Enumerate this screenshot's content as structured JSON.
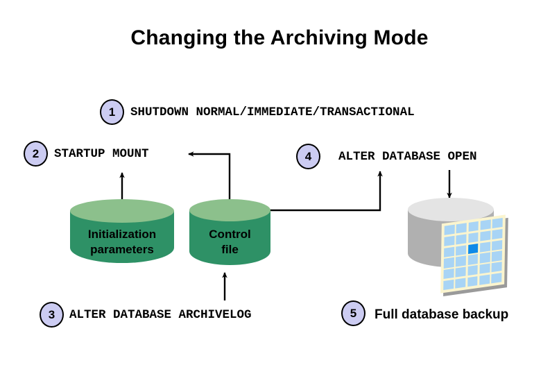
{
  "page": {
    "title": "Changing the Archiving Mode",
    "background_color": "#ffffff"
  },
  "theme": {
    "badge_fill": "#ccccf2",
    "badge_border": "#000000",
    "green_cylinder_body": "#2e9166",
    "green_cylinder_top": "#8cc08c",
    "gray_cylinder_body": "#b0b0b0",
    "gray_cylinder_top": "#e4e4e4",
    "grid_panel_fill": "#fbf5cf",
    "grid_cell_fill": "#a8d4f5",
    "grid_cell_highlight": "#0f8ae8",
    "connector_color": "#000000"
  },
  "steps": [
    {
      "number": "1",
      "label": "SHUTDOWN NORMAL/IMMEDIATE/TRANSACTIONAL",
      "style": "mono"
    },
    {
      "number": "2",
      "label": "STARTUP MOUNT",
      "style": "mono"
    },
    {
      "number": "3",
      "label": "ALTER DATABASE ARCHIVELOG",
      "style": "mono"
    },
    {
      "number": "4",
      "label": "ALTER DATABASE OPEN",
      "style": "mono"
    },
    {
      "number": "5",
      "label": "Full database backup",
      "style": "sans"
    }
  ],
  "objects": [
    {
      "id": "init-params",
      "line1": "Initialization",
      "line2": "parameters",
      "kind": "green-cylinder"
    },
    {
      "id": "control-file",
      "line1": "Control",
      "line2": "file",
      "kind": "green-cylinder"
    },
    {
      "id": "database",
      "line1": "",
      "line2": "",
      "kind": "gray-cylinder"
    }
  ],
  "backup_grid": {
    "columns": 5,
    "rows": 6,
    "highlighted_cell": {
      "row": 3,
      "column": 3
    }
  },
  "connectors": [
    {
      "from": "init-params",
      "to": "step-2-startup-mount",
      "direction": "up"
    },
    {
      "from": "control-file",
      "to": "step-2-startup-mount",
      "direction": "left"
    },
    {
      "from": "step-3-alter-database-archivelog",
      "to": "control-file",
      "direction": "up"
    },
    {
      "from": "control-file",
      "to": "step-4-alter-database-open",
      "direction": "up"
    },
    {
      "from": "step-4-alter-database-open",
      "to": "database",
      "direction": "down"
    }
  ]
}
